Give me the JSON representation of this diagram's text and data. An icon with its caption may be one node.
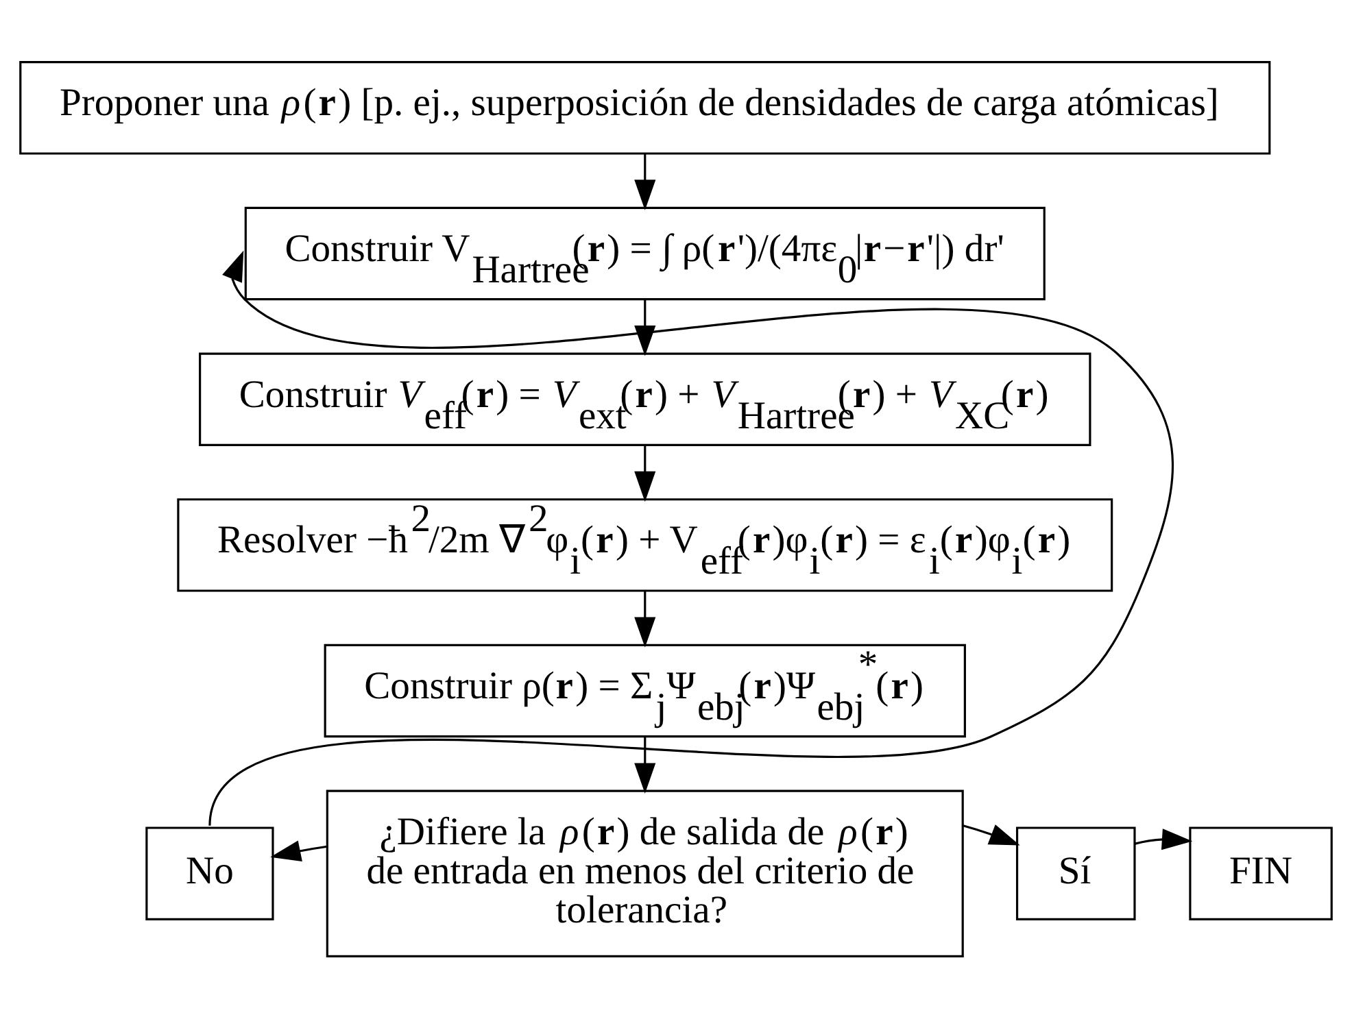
{
  "diagram": {
    "nodes": [
      {
        "text": [
          "Proponer una *ρ*(**r**) [p. ej., superposición de densidades de carga atómicas]"
        ]
      },
      {
        "text": [
          "Construir V$_{Hartree}$(**r**) = ∫ ρ(**r**')/(4πε$_{0}$|**r**−**r**'|) dr'"
        ]
      },
      {
        "text": [
          "Construir *V*$_{eff}$(**r**) = *V*$_{ext}$(**r**) + *V*$_{Hartree}$(**r**) + *V*$_{XC}$(**r**)"
        ]
      },
      {
        "text": [
          "Resolver −ħ$^{2}$/2m ∇$^{2}$φ$_{i}$(**r**) + V$_{eff}$(**r**)φ$_{i}$(**r**) = ε$_{i}$(**r**)φ$_{i}$(**r**)"
        ]
      },
      {
        "text": [
          "Construir ρ(**r**) = Σ$_{j}$Ψ$_{ebj}$(**r**)Ψ$_{ebj}$$^{*}$(**r**)"
        ]
      },
      {
        "text": [
          "¿Difiere la *ρ*(**r**) de salida de *ρ*(**r**) de entrada en menos del criterio de tolerancia?"
        ]
      },
      {
        "text": [
          "No"
        ]
      },
      {
        "text": [
          "Sí"
        ]
      },
      {
        "text": [
          "FIN"
        ]
      }
    ],
    "edges": [
      {
        "from": 0,
        "to": 1,
        "arrow": "to"
      },
      {
        "from": 1,
        "to": 2,
        "arrow": "to"
      },
      {
        "from": 2,
        "to": 3,
        "arrow": "to"
      },
      {
        "from": 3,
        "to": 4,
        "arrow": "to"
      },
      {
        "from": 4,
        "to": 5,
        "arrow": "to"
      },
      {
        "from": 5,
        "to": 6,
        "arrow": "to"
      },
      {
        "from": 6,
        "to": 1,
        "arrow": "to"
      },
      {
        "from": 5,
        "to": 7,
        "arrow": "to"
      },
      {
        "from": 7,
        "to": 8,
        "arrow": "to"
      }
    ]
  }
}
